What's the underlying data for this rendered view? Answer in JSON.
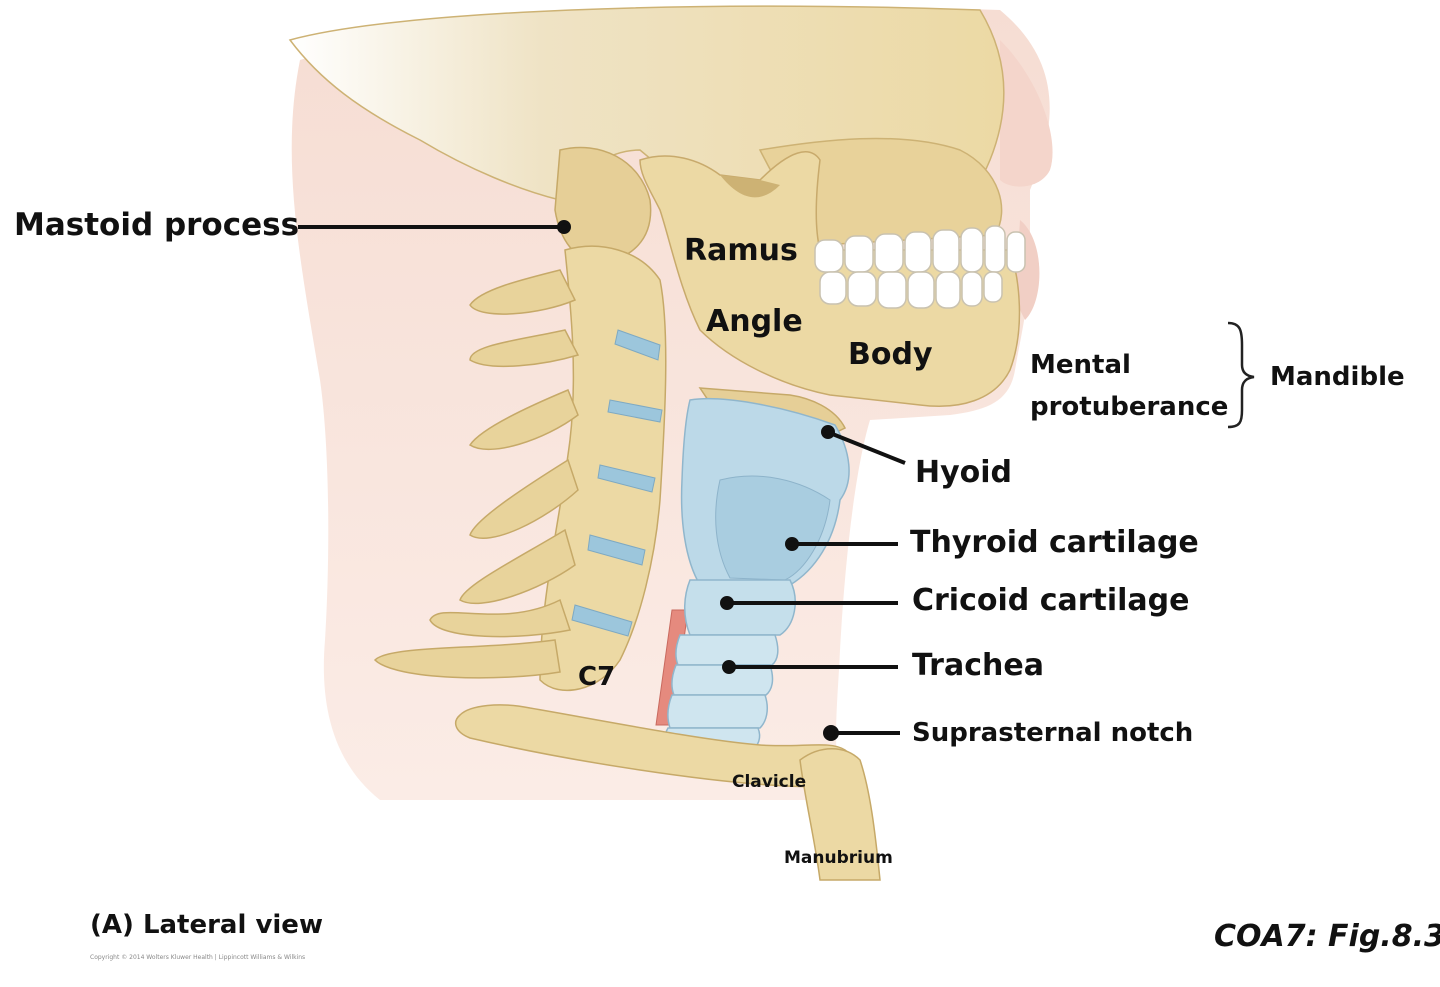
{
  "labels": {
    "mastoid_process": "Mastoid process",
    "ramus": "Ramus",
    "angle": "Angle",
    "body": "Body",
    "mental": "Mental",
    "protuberance": "protuberance",
    "mandible": "Mandible",
    "hyoid": "Hyoid",
    "thyroid_cartilage": "Thyroid cartilage",
    "cricoid_cartilage": "Cricoid cartilage",
    "trachea": "Trachea",
    "suprasternal_notch": "Suprasternal notch",
    "c7": "C7",
    "clavicle": "Clavicle",
    "manubrium": "Manubrium"
  },
  "caption": "(A) Lateral view",
  "copyright": "Copyright © 2014 Wolters Kluwer Health | Lippincott Williams & Wilkins",
  "figure_ref": "COA7: Fig.8.3",
  "colors": {
    "bone": "#ecd9a4",
    "bone_shade": "#cdb274",
    "skin": "#f8dfd6",
    "cartilage": "#b9d7e6",
    "disc": "#9cc6dc",
    "esophagus": "#e58a7e",
    "leader": "#111111"
  }
}
